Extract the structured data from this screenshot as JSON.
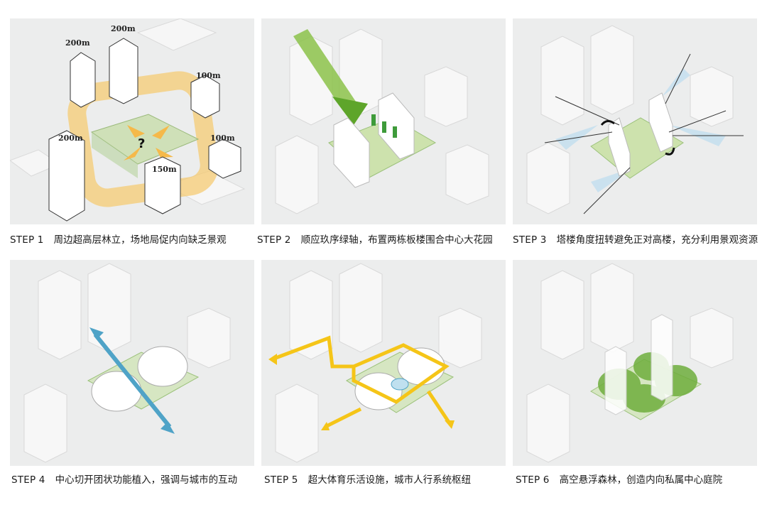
{
  "steps": [
    {
      "step": "STEP 1",
      "text": "周边超高层林立，场地局促内向缺乏景观",
      "heights": {
        "a": "200m",
        "b": "200m",
        "c": "100m",
        "d": "200m",
        "e": "100m",
        "f": "150m"
      },
      "question": "?"
    },
    {
      "step": "STEP 2",
      "text": "顺应玖序绿轴，布置两栋板楼围合中心大花园"
    },
    {
      "step": "STEP 3",
      "text": "塔楼角度扭转避免正对高楼，充分利用景观资源"
    },
    {
      "step": "STEP 4",
      "text": "中心切开团状功能植入，强调与城市的互动"
    },
    {
      "step": "STEP 5",
      "text": "超大体育乐活设施，城市人行系统枢纽"
    },
    {
      "step": "STEP 6",
      "text": "高空悬浮森林，创造内向私属中心庭院"
    }
  ],
  "colors": {
    "green": "#8cc24a",
    "yellow": "#f5c518",
    "blue": "#4fa3c7",
    "orange": "#f7c96b"
  }
}
